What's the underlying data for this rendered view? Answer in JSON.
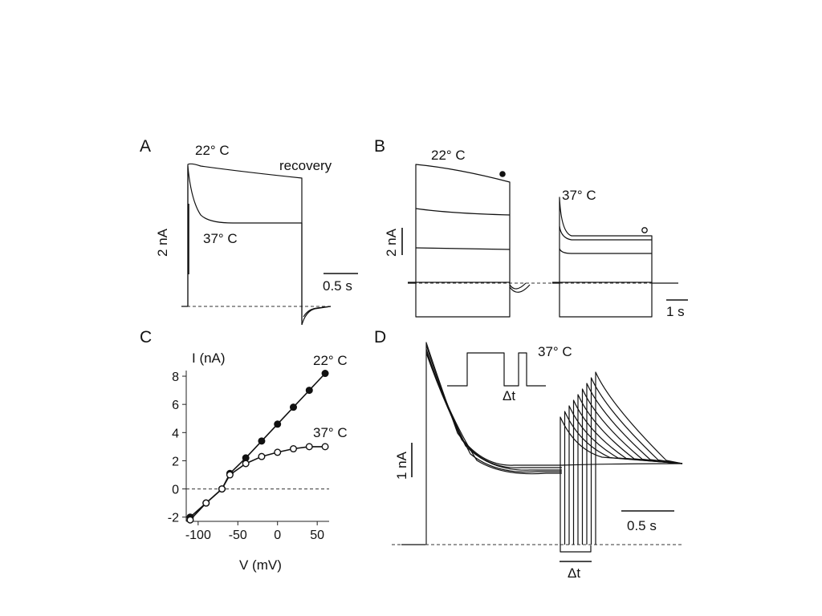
{
  "panels": {
    "a": {
      "label": "A",
      "temp_22": "22° C",
      "temp_37": "37° C",
      "recovery": "recovery",
      "scale_current": "2 nA",
      "scale_time": "0.5 s"
    },
    "b": {
      "label": "B",
      "temp_22": "22° C",
      "temp_37": "37° C",
      "scale_current": "2 nA",
      "scale_time": "1 s"
    },
    "c": {
      "label": "C",
      "y_axis_label": "I (nA)",
      "x_axis_label": "V (mV)",
      "series_22_label": "22° C",
      "series_37_label": "37° C"
    },
    "d": {
      "label": "D",
      "temp_37": "37° C",
      "delta_inset": "Δt",
      "delta_bottom": "Δt",
      "scale_current": "1 nA",
      "scale_time": "0.5 s"
    }
  },
  "chart_data": {
    "type": "scatter",
    "xlabel": "V (mV)",
    "ylabel": "I (nA)",
    "xlim": [
      -115,
      65
    ],
    "ylim": [
      -2.3,
      8.4
    ],
    "xticks": [
      -100,
      -50,
      0,
      50
    ],
    "yticks": [
      -2,
      0,
      2,
      4,
      6,
      8
    ],
    "grid": false,
    "zero_line": "dashed",
    "series": [
      {
        "name": "22° C",
        "marker": "filled-circle",
        "x": [
          -110,
          -90,
          -70,
          -60,
          -40,
          -20,
          0,
          20,
          40,
          60
        ],
        "y": [
          -2.0,
          -1.0,
          0.0,
          1.1,
          2.2,
          3.4,
          4.6,
          5.8,
          7.0,
          8.2
        ]
      },
      {
        "name": "37° C",
        "marker": "open-circle",
        "x": [
          -110,
          -90,
          -70,
          -60,
          -40,
          -20,
          0,
          20,
          40,
          60
        ],
        "y": [
          -2.2,
          -1.0,
          0.0,
          1.0,
          1.8,
          2.3,
          2.6,
          2.85,
          3.0,
          3.0
        ]
      }
    ]
  }
}
